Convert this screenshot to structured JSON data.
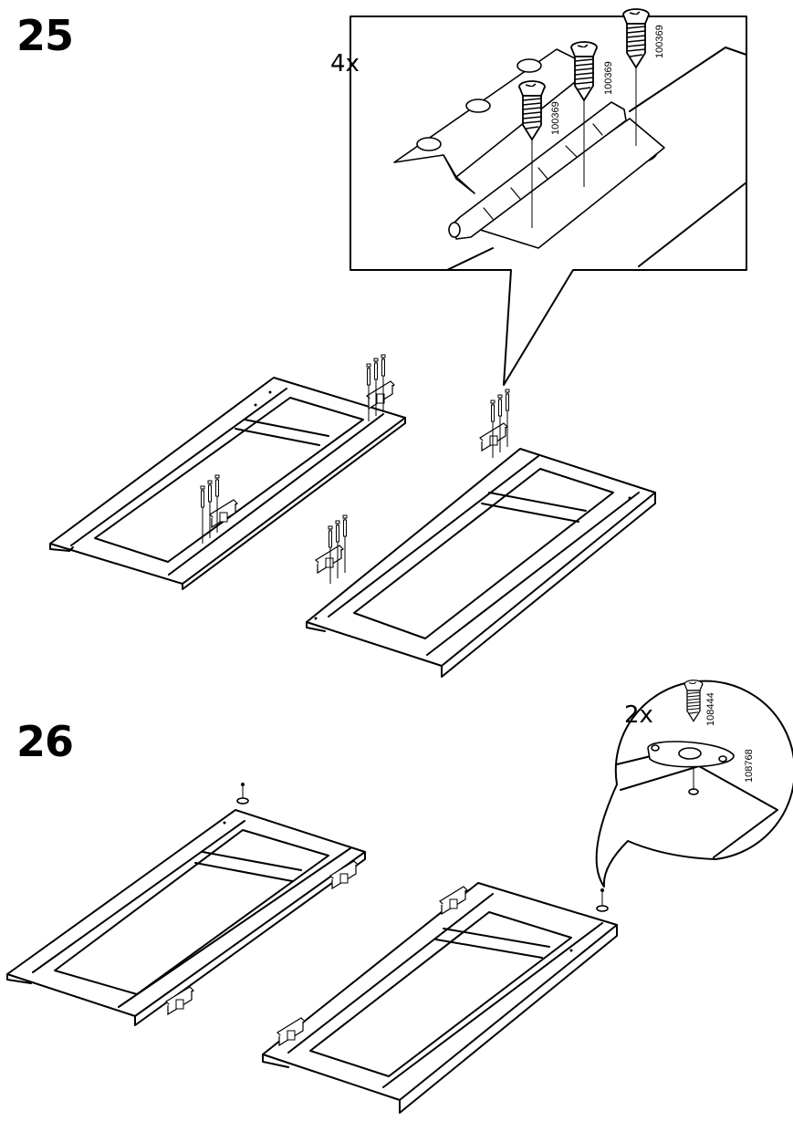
{
  "steps": [
    {
      "number": "25",
      "detail": {
        "quantity": "4x",
        "part_numbers": [
          "100369",
          "100369",
          "100369"
        ]
      }
    },
    {
      "number": "26",
      "detail": {
        "quantity": "2x",
        "part_numbers": [
          "108444",
          "108768"
        ]
      }
    }
  ],
  "colors": {
    "line": "#000000",
    "background": "#ffffff"
  },
  "icons": [
    "screw-icon",
    "hinge-icon",
    "plate-icon",
    "door-panel-icon"
  ]
}
